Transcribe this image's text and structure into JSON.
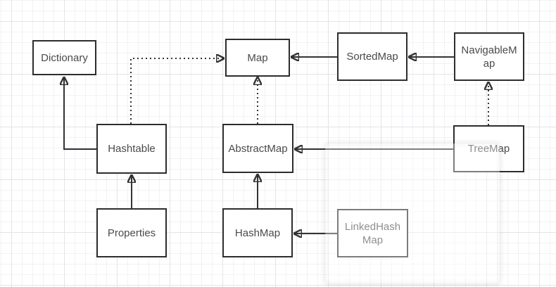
{
  "diagram": {
    "type": "uml-class-hierarchy",
    "nodes": [
      {
        "id": "dictionary",
        "label": [
          "Dictionary"
        ]
      },
      {
        "id": "map",
        "label": [
          "Map"
        ]
      },
      {
        "id": "sortedmap",
        "label": [
          "SortedMap"
        ]
      },
      {
        "id": "navigablemap",
        "label": [
          "NavigableM",
          "ap"
        ]
      },
      {
        "id": "hashtable",
        "label": [
          "Hashtable"
        ]
      },
      {
        "id": "abstractmap",
        "label": [
          "AbstractMap"
        ]
      },
      {
        "id": "treemap",
        "label": [
          "TreeMap"
        ]
      },
      {
        "id": "properties",
        "label": [
          "Properties"
        ]
      },
      {
        "id": "hashmap",
        "label": [
          "HashMap"
        ]
      },
      {
        "id": "linkedhashmap",
        "label": [
          "LinkedHash",
          "Map"
        ]
      }
    ],
    "edges": [
      {
        "from": "Hashtable",
        "to": "Dictionary",
        "style": "solid",
        "arrow": "filled-triangle"
      },
      {
        "from": "Hashtable",
        "to": "Map",
        "style": "dotted",
        "arrow": "filled-triangle"
      },
      {
        "from": "Properties",
        "to": "Hashtable",
        "style": "solid",
        "arrow": "filled-triangle"
      },
      {
        "from": "AbstractMap",
        "to": "Map",
        "style": "dotted",
        "arrow": "filled-triangle"
      },
      {
        "from": "HashMap",
        "to": "AbstractMap",
        "style": "solid",
        "arrow": "filled-triangle"
      },
      {
        "from": "LinkedHashMap",
        "to": "HashMap",
        "style": "solid",
        "arrow": "filled-triangle"
      },
      {
        "from": "SortedMap",
        "to": "Map",
        "style": "solid",
        "arrow": "filled-triangle"
      },
      {
        "from": "NavigableMap",
        "to": "SortedMap",
        "style": "solid",
        "arrow": "filled-triangle"
      },
      {
        "from": "TreeMap",
        "to": "NavigableMap",
        "style": "dotted",
        "arrow": "filled-triangle"
      },
      {
        "from": "TreeMap",
        "to": "AbstractMap",
        "style": "solid",
        "arrow": "filled-triangle"
      }
    ],
    "colors": {
      "node_border": "#2d2d2d",
      "node_fill": "#ffffff",
      "text": "#4a4a4a",
      "connector": "#333333",
      "grid_minor": "#f2f2f5",
      "grid_major": "#e4e4e8",
      "canvas": "#ffffff"
    }
  }
}
